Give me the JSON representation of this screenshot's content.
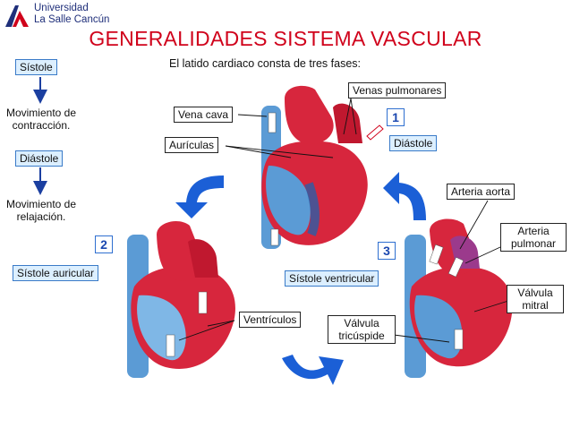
{
  "logo": {
    "line1": "Universidad",
    "line2": "La Salle Cancún"
  },
  "title": "GENERALIDADES  SISTEMA VASCULAR",
  "subtitle": "El latido cardiaco consta de tres fases:",
  "legend": {
    "systole": "Sístole",
    "systole_desc": [
      "Movimiento de",
      "contracción."
    ],
    "diastole": "Diástole",
    "diastole_desc": [
      "Movimiento de",
      "relajación."
    ]
  },
  "phases": [
    {
      "number": "1",
      "name": "Diástole"
    },
    {
      "number": "2",
      "name": "Sístole auricular"
    },
    {
      "number": "3",
      "name": "Sístole ventricular"
    }
  ],
  "labels": {
    "venas_pulmonares": "Venas pulmonares",
    "vena_cava": "Vena cava",
    "auriculas": "Aurículas",
    "arteria_aorta": "Arteria aorta",
    "arteria_pulmonar": [
      "Arteria",
      "pulmonar"
    ],
    "valvula_mitral": [
      "Válvula",
      "mitral"
    ],
    "valvula_tricuspide": [
      "Válvula",
      "tricúspide"
    ],
    "ventriculos": "Ventrículos"
  },
  "colors": {
    "title": "#d0021b",
    "box_fill": "#dcefff",
    "box_border": "#3a7bc8",
    "arrow": "#1b5fd6",
    "blood_red": "#d7263d",
    "blood_blue": "#5b9bd5"
  }
}
